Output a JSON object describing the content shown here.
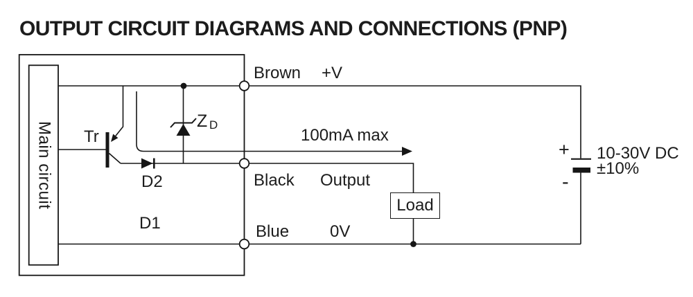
{
  "title": "OUTPUT CIRCUIT DIAGRAMS AND CONNECTIONS (PNP)",
  "sensor": {
    "main_circuit_label": "Main circuit",
    "transistor_label": "Tr",
    "zener_label_main": "Z",
    "zener_label_sub": "D",
    "diode_d2_label": "D2",
    "diode_d1_label": "D1"
  },
  "wires": {
    "brown": {
      "name": "Brown",
      "signal": "+V"
    },
    "black": {
      "name": "Black",
      "signal": "Output"
    },
    "blue": {
      "name": "Blue",
      "signal": "0V"
    }
  },
  "annotations": {
    "current_max": "100mA max"
  },
  "load": {
    "label": "Load"
  },
  "power_supply": {
    "positive": "+",
    "negative": "-",
    "voltage_range": "10-30V DC",
    "tolerance": "±10%"
  },
  "colors": {
    "line": "#161616",
    "text": "#1c1c1c",
    "background": "#ffffff"
  }
}
